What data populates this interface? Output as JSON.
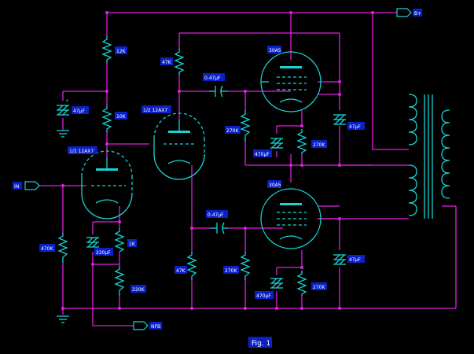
{
  "figure": {
    "caption": "Fig. 1"
  },
  "labels": {
    "b_plus": "B+",
    "input": "IN",
    "neg_fb": "NFB",
    "v1": "1/2 12AX7",
    "v2": "1/2 12AX7",
    "v3": "30A5",
    "v4": "30A5",
    "r_12k": "12K",
    "r_10k": "10K",
    "r_47k_top": "47K",
    "c_47u_top": "47μF",
    "c_047_top": "0.47μF",
    "r_270k_top": "270K",
    "c_470u_top": "470μF",
    "r_270k_cath_top": "270K",
    "c_47u_right_top": "47μF",
    "r_470k_in": "470K",
    "c_220u": "220μF",
    "r_1k": "1K",
    "r_220k": "220K",
    "c_047_bot": "0.47μF",
    "r_47k_bot": "47K",
    "r_270k_bot": "270K",
    "c_470u_bot": "470μF",
    "r_270k_cath_bot": "270K",
    "c_47u_right_bot": "47μF"
  },
  "colors": {
    "wire": "#e020e0",
    "component": "#19d3d3",
    "label_bg": "#0b21c8",
    "label_text": "#ffffff",
    "background": "#000000"
  }
}
